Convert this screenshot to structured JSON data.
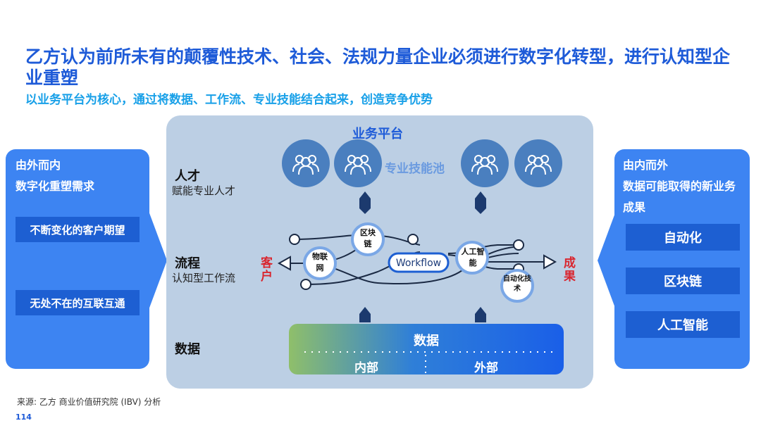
{
  "title": "乙方认为前所未有的颠覆性技术、社会、法规力量企业必须进行数字化转型，进行认知型企业重塑",
  "subtitle": "以业务平台为核心，通过将数据、工作流、专业技能结合起来，创造竞争优势",
  "left_panel": {
    "heading1": "由外而内",
    "heading2": "数字化重塑需求",
    "items": [
      "不断变化的客户期望",
      "无处不在的互联互通"
    ]
  },
  "right_panel": {
    "heading1": "由内而外",
    "heading2": "数据可能取得的新业务成果",
    "items": [
      "自动化",
      "区块链",
      "人工智能"
    ]
  },
  "center": {
    "platform_label": "业务平台",
    "skills_pool_label": "专业技能池",
    "talent": {
      "title": "人才",
      "subtitle": "赋能专业人才"
    },
    "process": {
      "title": "流程",
      "subtitle": "认知型工作流"
    },
    "data_row": {
      "title": "数据"
    },
    "customer_label": "客户",
    "result_label": "成果",
    "workflow_label": "Workflow",
    "nodes": {
      "iot": "物联网",
      "blockchain": "区块链",
      "ai": "人工智能",
      "automation": "自动化技术"
    },
    "data_bar": {
      "title": "数据",
      "internal": "内部",
      "external": "外部"
    }
  },
  "source": "来源: 乙方 商业价值研究院 (IBV) 分析",
  "page_number": "114",
  "colors": {
    "title": "#1e5bd8",
    "subtitle": "#18a0e8",
    "side": "#3d84f2",
    "badge": "#1d5fd2",
    "panel": "#bccfe4",
    "accent_red": "#d9262f"
  }
}
